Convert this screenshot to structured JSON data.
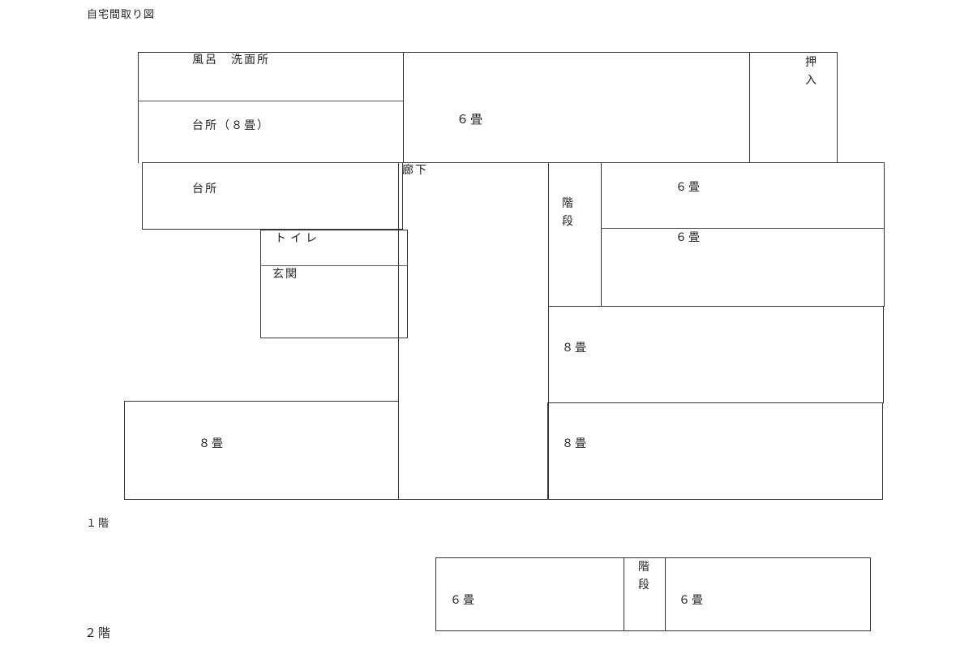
{
  "title": "自宅間取り図",
  "floor1": {
    "label": "１階",
    "rooms": {
      "bath": "風呂　洗面所",
      "kitchen_8": "台所（８畳）",
      "kitchen": "台所",
      "room_6_top": "６畳",
      "closet": "押入",
      "hallway": "廊下",
      "stairs": "階段",
      "room_6_a": "６畳",
      "room_6_b": "６畳",
      "toilet": "トイレ",
      "entrance": "玄関",
      "room_8_right_a": "８畳",
      "room_8_right_b": "８畳",
      "room_8_left": "８畳"
    }
  },
  "floor2": {
    "label": "２階",
    "rooms": {
      "room_6_left": "６畳",
      "stairs": "階段",
      "room_6_right": "６畳"
    }
  }
}
